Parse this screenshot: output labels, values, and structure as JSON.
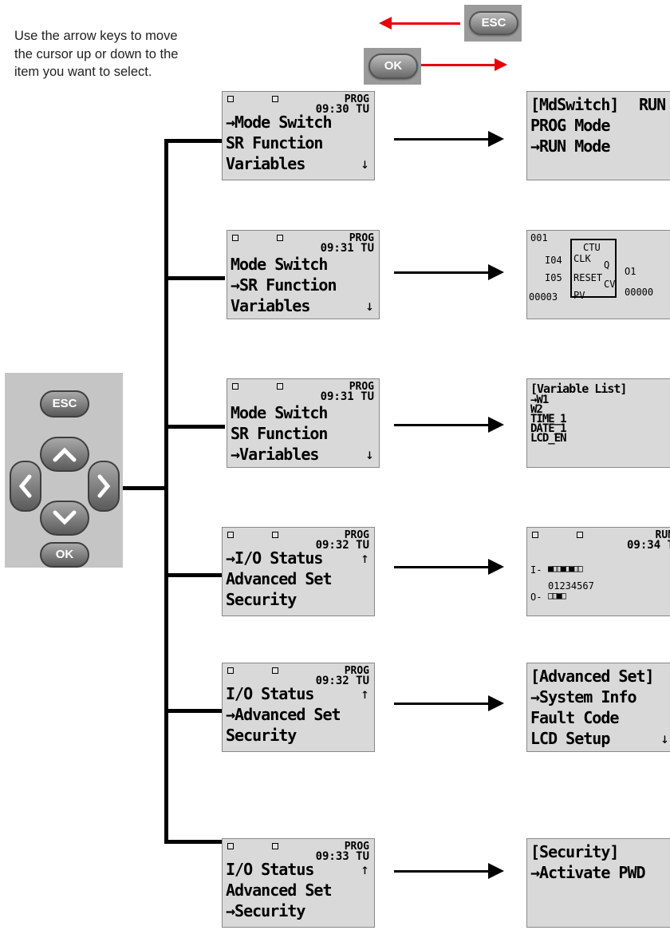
{
  "instructions": "Use the arrow keys to move the cursor up or down to the item you want to select.",
  "buttons": {
    "esc": "ESC",
    "ok": "OK"
  },
  "colors": {
    "nav_arrow": "#e8000b",
    "lcd_bg": "#d9d9d9",
    "lines": "#000000"
  },
  "icons": {
    "up": "chevron-up-icon",
    "down": "chevron-down-icon",
    "left": "chevron-left-icon",
    "right": "chevron-right-icon"
  },
  "screens_left": [
    {
      "mode": "PROG",
      "time": "09:30 TU",
      "items": [
        "→Mode Switch",
        " SR Function",
        " Variables"
      ],
      "scroll": "↓"
    },
    {
      "mode": "PROG",
      "time": "09:31 TU",
      "items": [
        " Mode Switch",
        "→SR Function",
        " Variables"
      ],
      "scroll": "↓"
    },
    {
      "mode": "PROG",
      "time": "09:31 TU",
      "items": [
        " Mode Switch",
        " SR Function",
        "→Variables"
      ],
      "scroll": "↓"
    },
    {
      "mode": "PROG",
      "time": "09:32 TU",
      "items": [
        "→I/O Status",
        " Advanced Set",
        " Security"
      ],
      "scroll": "↑"
    },
    {
      "mode": "PROG",
      "time": "09:32 TU",
      "items": [
        " I/O Status",
        "→Advanced Set",
        " Security"
      ],
      "scroll": "↑"
    },
    {
      "mode": "PROG",
      "time": "09:33 TU",
      "items": [
        " I/O Status",
        " Advanced Set",
        "→Security"
      ],
      "scroll": "↑"
    }
  ],
  "screen_mode": {
    "title": "[MdSwitch]",
    "run_badge": "RUN",
    "items": [
      " PROG Mode",
      "→RUN Mode"
    ]
  },
  "screen_ctu": {
    "number": "001",
    "block": "CTU",
    "inputs": [
      "I04",
      "I05",
      "00003"
    ],
    "pins": [
      "CLK",
      "RESET",
      "PV"
    ],
    "outputs": [
      "Q",
      "CV"
    ],
    "out_values": [
      "O1",
      "00000"
    ]
  },
  "screen_vars": {
    "title": "[Variable List]",
    "items": [
      "→W1",
      " W2",
      " TIME_1",
      " DATE_1",
      " LCD_EN"
    ]
  },
  "screen_io": {
    "mode": "RUN",
    "time": "09:34 T",
    "input_label": "I-",
    "input_bits": "■□□■□■□□",
    "output_label": "O-",
    "digits": "01234567",
    "output_bits": "□□■□"
  },
  "screen_adv": {
    "title": "[Advanced Set]",
    "items": [
      "→System Info",
      " Fault Code",
      " LCD Setup"
    ],
    "scroll": "↓"
  },
  "screen_sec": {
    "title": "[Security]",
    "items": [
      "→Activate PWD"
    ]
  }
}
